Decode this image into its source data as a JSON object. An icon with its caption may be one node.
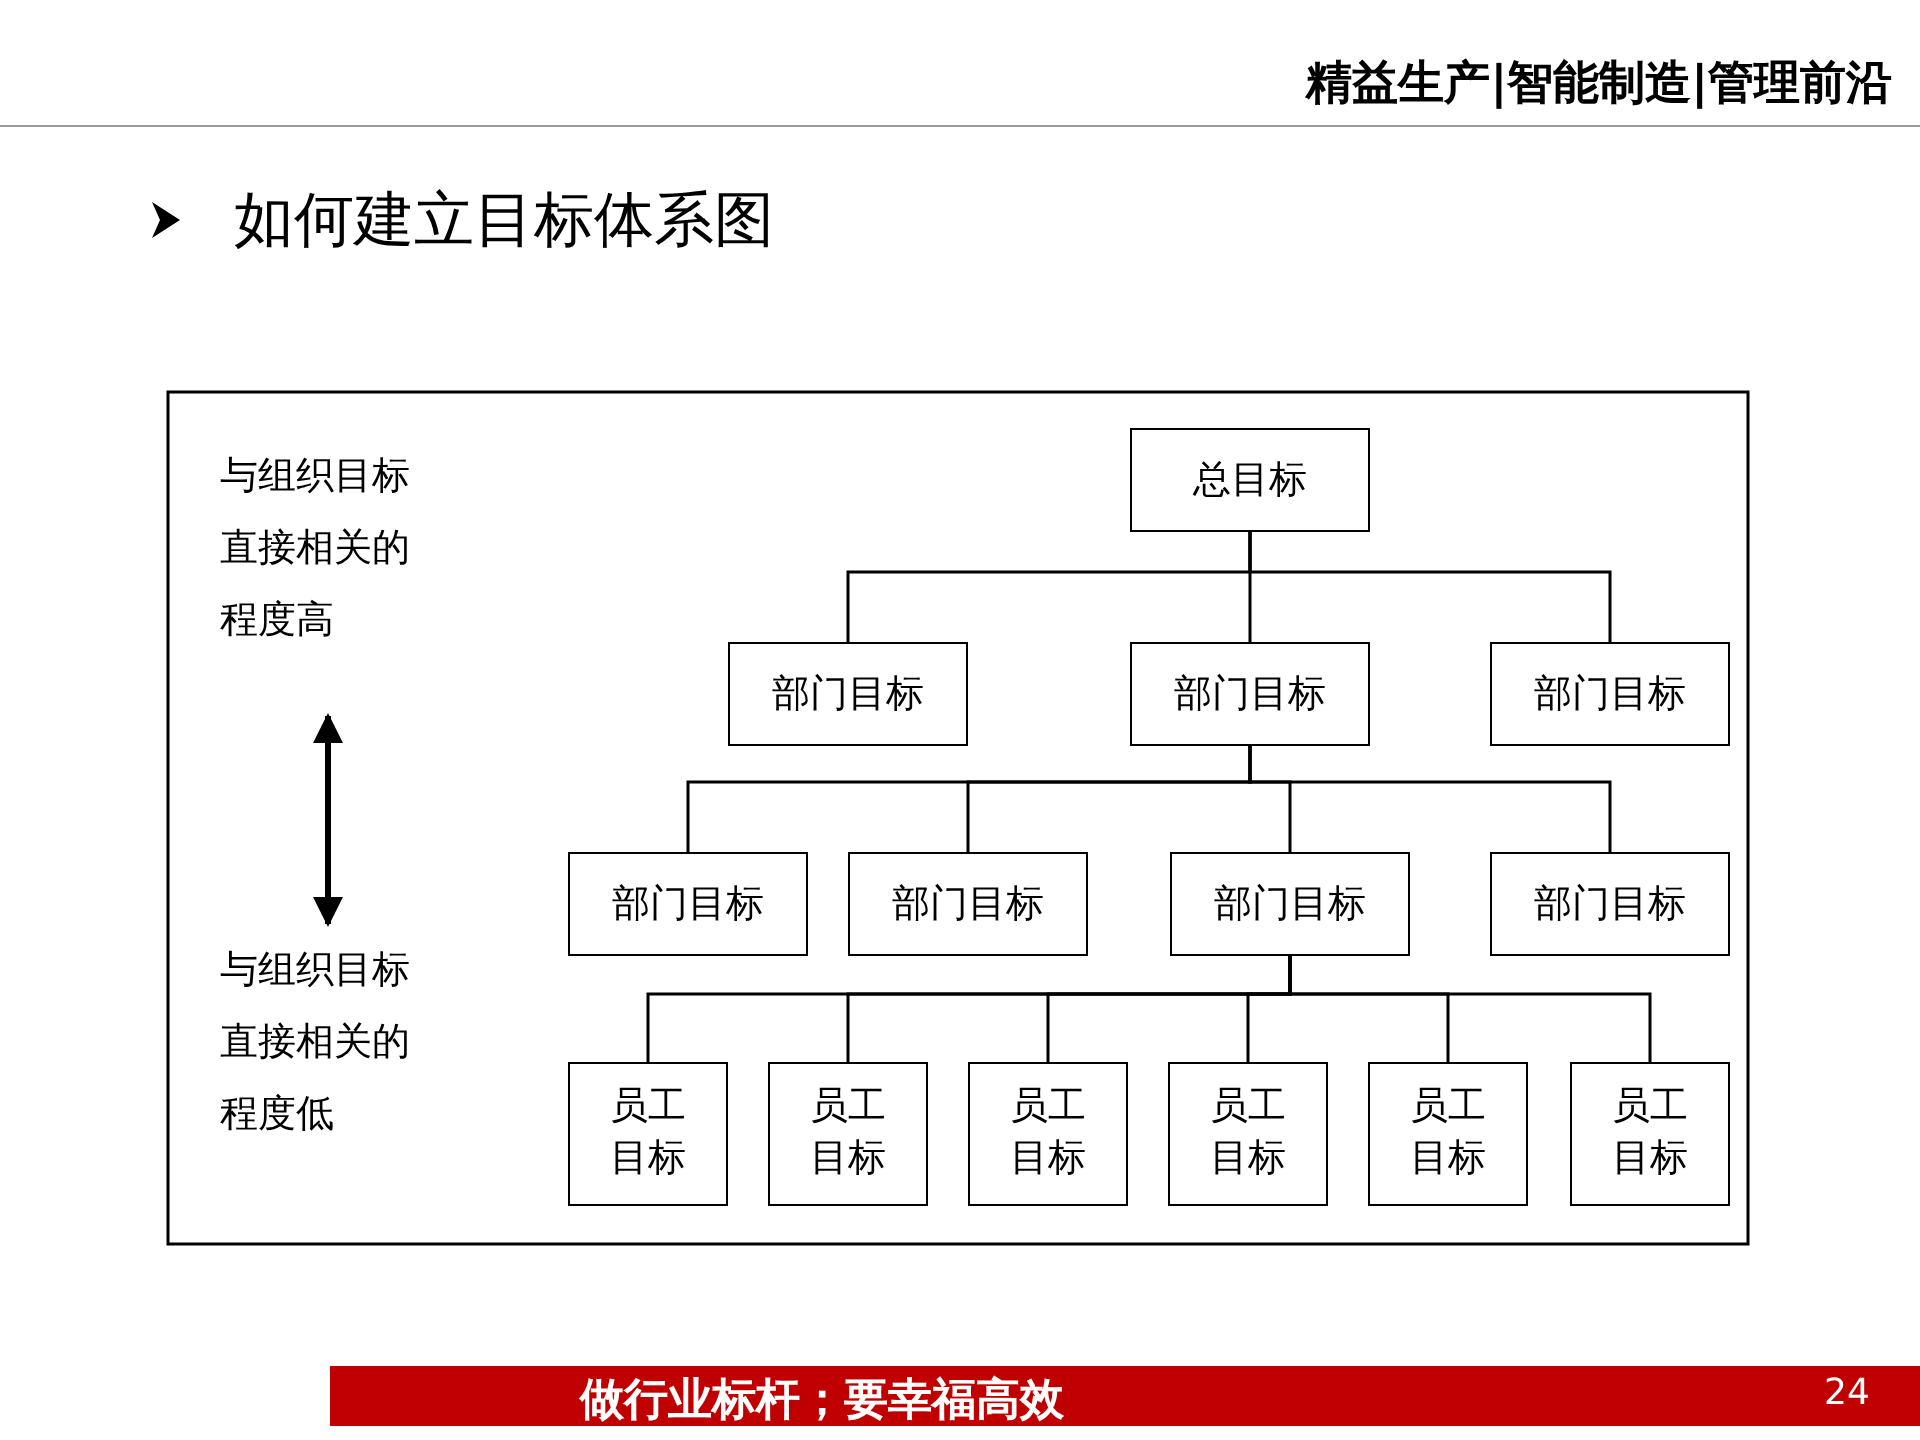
{
  "diagram": {
    "title": "如何建立目标体系图",
    "nodes": [
      {
        "text": [
          "总目标"
        ]
      },
      {
        "text": [
          "部门目标"
        ]
      },
      {
        "text": [
          "部门目标"
        ]
      },
      {
        "text": [
          "部门目标"
        ]
      },
      {
        "text": [
          "部门目标"
        ]
      },
      {
        "text": [
          "部门目标"
        ]
      },
      {
        "text": [
          "部门目标"
        ]
      },
      {
        "text": [
          "部门目标"
        ]
      },
      {
        "text": [
          "员工目标"
        ]
      },
      {
        "text": [
          "员工目标"
        ]
      },
      {
        "text": [
          "员工目标"
        ]
      },
      {
        "text": [
          "员工目标"
        ]
      },
      {
        "text": [
          "员工目标"
        ]
      },
      {
        "text": [
          "员工目标"
        ]
      },
      {
        "text": [
          "与组织目标直接相关的程度高"
        ]
      },
      {
        "text": [
          "与组织目标直接相关的程度低"
        ]
      }
    ],
    "edges": [
      {
        "from": 0,
        "to": 1,
        "arrow": "none"
      },
      {
        "from": 0,
        "to": 2,
        "arrow": "none"
      },
      {
        "from": 0,
        "to": 3,
        "arrow": "none"
      },
      {
        "from": 2,
        "to": 4,
        "arrow": "none"
      },
      {
        "from": 2,
        "to": 5,
        "arrow": "none"
      },
      {
        "from": 2,
        "to": 6,
        "arrow": "none"
      },
      {
        "from": 2,
        "to": 7,
        "arrow": "none"
      },
      {
        "from": 6,
        "to": 8,
        "arrow": "none"
      },
      {
        "from": 6,
        "to": 9,
        "arrow": "none"
      },
      {
        "from": 6,
        "to": 10,
        "arrow": "none"
      },
      {
        "from": 6,
        "to": 11,
        "arrow": "none"
      },
      {
        "from": 6,
        "to": 12,
        "arrow": "none"
      },
      {
        "from": 6,
        "to": 13,
        "arrow": "none"
      },
      {
        "from": 14,
        "to": 15,
        "arrow": "both",
        "style": "thick"
      }
    ],
    "labels": [
      "精益生产|智能制造|管理前沿",
      "做行业标杆；要幸福高效",
      "24"
    ]
  }
}
